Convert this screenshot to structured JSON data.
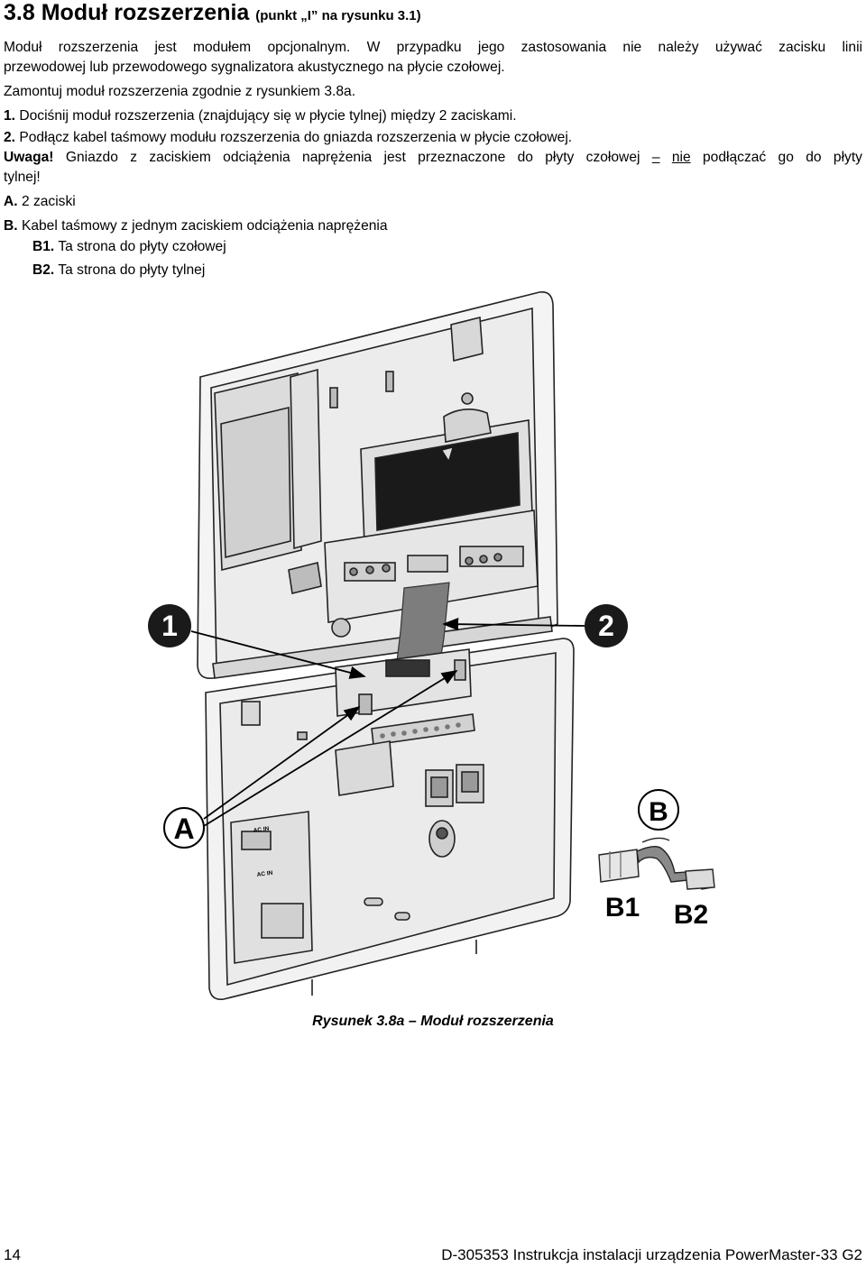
{
  "heading": {
    "number": "3.8",
    "title": "Moduł rozszerzenia",
    "sub": "(punkt „I” na rysunku 3.1)"
  },
  "intro": {
    "line1": "Moduł rozszerzenia jest modułem opcjonalnym. W przypadku jego zastosowania nie należy używać zacisku linii",
    "line2": "przewodowej lub przewodowego sygnalizatora akustycznego na płycie czołowej.",
    "line3": "Zamontuj moduł rozszerzenia zgodnie z rysunkiem 3.8a."
  },
  "steps": [
    {
      "num": "1.",
      "text": "Dociśnij moduł rozszerzenia (znajdujący się w płycie tylnej) między 2 zaciskami."
    },
    {
      "num": "2.",
      "text": "Podłącz kabel taśmowy modułu rozszerzenia do gniazda rozszerzenia w płycie czołowej."
    }
  ],
  "warning": {
    "label": "Uwaga!",
    "part1": "Gniazdo z zaciskiem odciążenia naprężenia jest przeznaczone do płyty czołowej",
    "dash": "–",
    "underlined": "nie",
    "part2": "podłączać go do płyty",
    "part3": "tylnej!"
  },
  "legend": {
    "a_label": "A.",
    "a_text": "2 zaciski",
    "b_label": "B.",
    "b_text": "Kabel taśmowy z jednym zaciskiem odciążenia naprężenia",
    "b1_label": "B1.",
    "b1_text": "Ta strona do płyty czołowej",
    "b2_label": "B2.",
    "b2_text": "Ta strona do płyty tylnej"
  },
  "figure": {
    "callouts": {
      "one": "1",
      "two": "2",
      "a": "A",
      "b": "B",
      "b1": "B1",
      "b2": "B2"
    },
    "board_labels": {
      "ac_in_1": "AC IN",
      "ac_in_2": "AC IN"
    }
  },
  "caption": "Rysunek 3.8a – Moduł rozszerzenia",
  "footer": {
    "page": "14",
    "doc": "D-305353 Instrukcja instalacji urządzenia PowerMaster-33 G2"
  }
}
